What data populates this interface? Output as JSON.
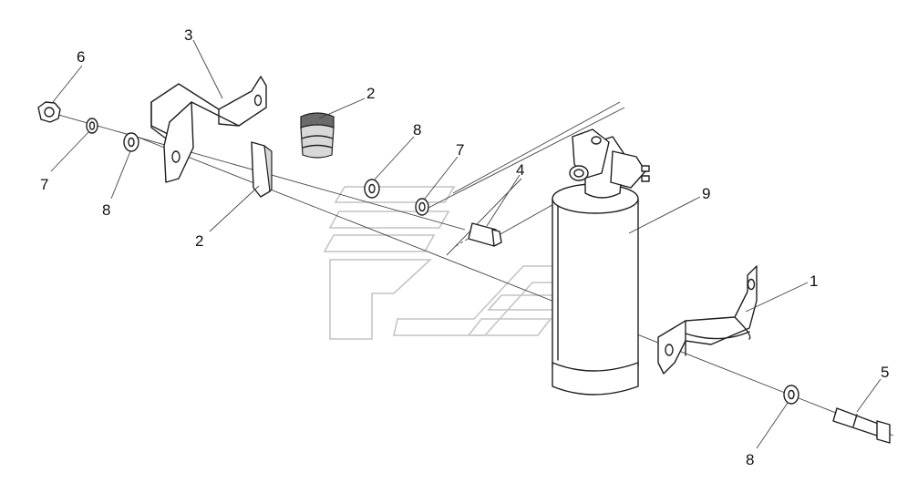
{
  "diagram": {
    "callouts": [
      {
        "id": "c1",
        "text": "1"
      },
      {
        "id": "c2a",
        "text": "2"
      },
      {
        "id": "c2b",
        "text": "2"
      },
      {
        "id": "c3",
        "text": "3"
      },
      {
        "id": "c4",
        "text": "4"
      },
      {
        "id": "c5",
        "text": "5"
      },
      {
        "id": "c6",
        "text": "6"
      },
      {
        "id": "c7a",
        "text": "7"
      },
      {
        "id": "c7b",
        "text": "7"
      },
      {
        "id": "c8a",
        "text": "8"
      },
      {
        "id": "c8b",
        "text": "8"
      },
      {
        "id": "c8c",
        "text": "8"
      },
      {
        "id": "c9",
        "text": "9"
      }
    ]
  },
  "colors": {
    "line": "#222222",
    "watermark": "#c4c4c4",
    "background": "#ffffff"
  }
}
